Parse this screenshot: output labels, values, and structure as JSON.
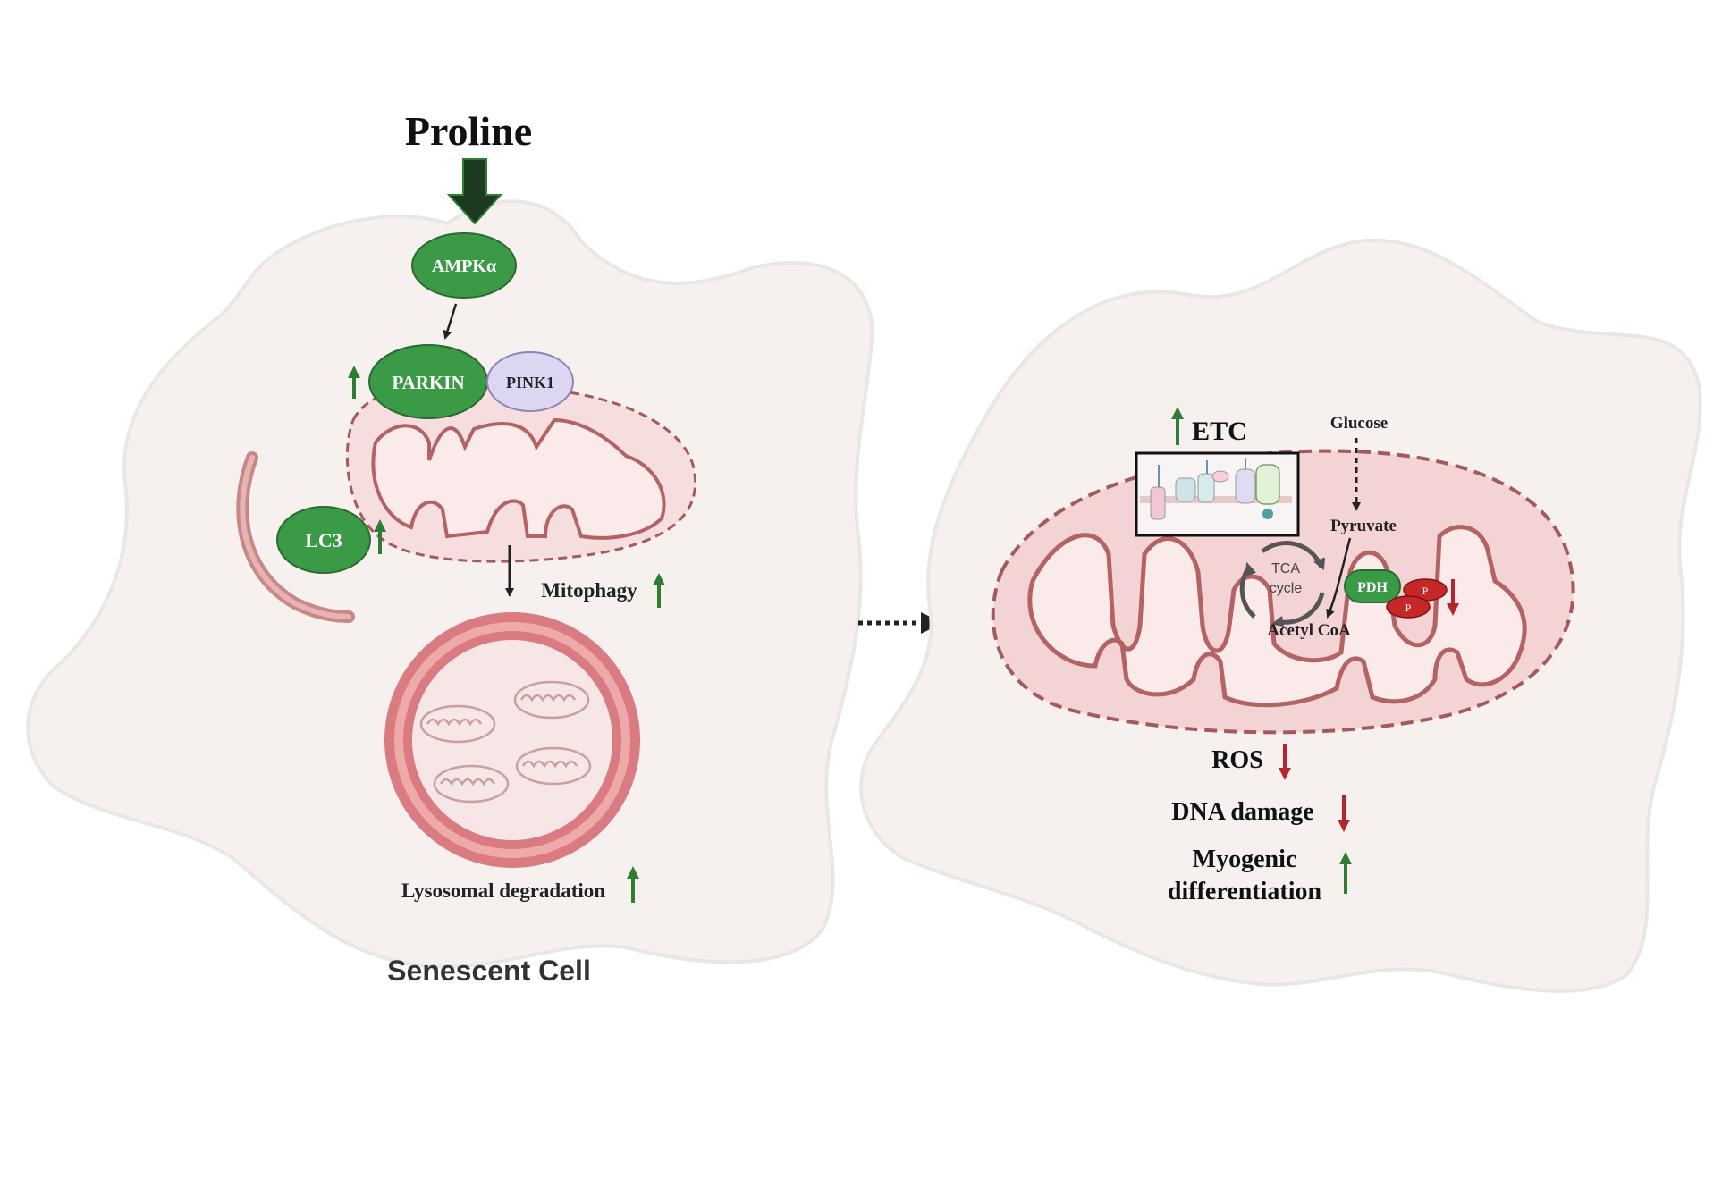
{
  "left_panel": {
    "input_label": "Proline",
    "ampk_label": "AMPKα",
    "parkin_label": "PARKIN",
    "pink1_label": "PINK1",
    "lc3_label": "LC3",
    "mitophagy_label": "Mitophagy",
    "lysosome_label": "Lysosomal degradation",
    "cell_label": "Senescent Cell"
  },
  "right_panel": {
    "etc_label": "ETC",
    "glucose_label": "Glucose",
    "pyruvate_label": "Pyruvate",
    "tca_line1": "TCA",
    "tca_line2": "cycle",
    "acetyl_label": "Acetyl CoA",
    "pdh_label": "PDH",
    "phospho_label": "P",
    "outcomes": {
      "ros": "ROS",
      "dna_damage": "DNA damage",
      "myogenic_line1": "Myogenic",
      "myogenic_line2": "differentiation"
    }
  },
  "colors": {
    "up_arrow": "#2e7d32",
    "down_arrow": "#b3262e",
    "node_green": "#3a9a45",
    "pink1_fill": "#dcd6f2",
    "phospho_red": "#c62828",
    "cell_fill": "#f6f1ef",
    "mito_fill": "#f7dede",
    "mito_line": "#b46363"
  }
}
